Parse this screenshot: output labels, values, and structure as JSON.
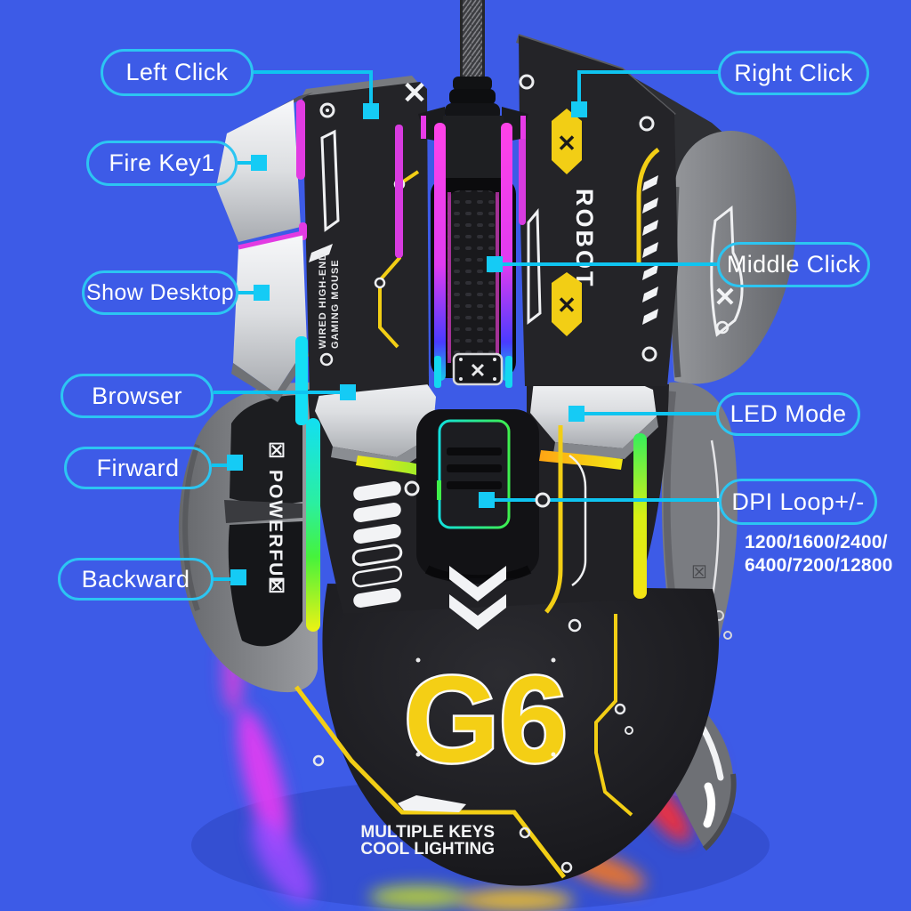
{
  "colors": {
    "background": "#3D5BE7",
    "callout_border": "#2CC5F2",
    "callout_text": "#FFFFFF",
    "leader_line": "#0FC4F0",
    "connector_square": "#15CBF5",
    "body_black": "#202024",
    "grip_grey": "#808287",
    "silver_button": "#E9EBEE",
    "accent_yellow": "#F2CE15",
    "accent_magenta": "#E83BE8",
    "accent_cyan": "#14DEF5",
    "logo_yellow": "#F4CF15"
  },
  "callouts": [
    {
      "label": "Left Click"
    },
    {
      "label": "Fire Key1"
    },
    {
      "label": "Show Desktop"
    },
    {
      "label": "Browser"
    },
    {
      "label": "Firward"
    },
    {
      "label": "Backward"
    },
    {
      "label": "Right Click"
    },
    {
      "label": "Middle Click"
    },
    {
      "label": "LED Mode"
    },
    {
      "label": "DPI Loop+/-"
    }
  ],
  "dpi_note": {
    "line1": "1200/1600/2400/",
    "line2": "6400/7200/12800"
  },
  "mouse": {
    "logo": "G6",
    "robot_text": "ROBOT",
    "side_text": "POWERFUL",
    "wired_line1": "WIRED HIGH-END",
    "wired_line2": "GAMING MOUSE",
    "bottom_line1": "MULTIPLE KEYS",
    "bottom_line2": "COOL LIGHTING"
  },
  "icons": {
    "x_mark": "✕",
    "boxed_x": "☒"
  }
}
